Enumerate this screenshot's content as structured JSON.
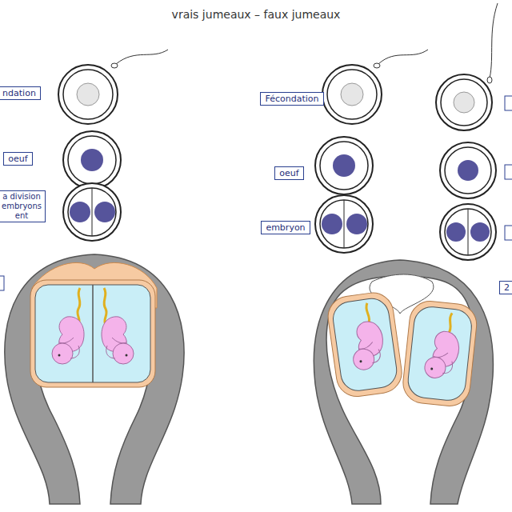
{
  "diagram": {
    "title": "vrais jumeaux – faux jumeaux",
    "nodes": [
      {
        "text": [
          "ndation"
        ]
      },
      {
        "text": [
          "oeuf"
        ]
      },
      {
        "text": [
          "a division embryons ent"
        ]
      },
      {
        "text": [
          "Fécondation"
        ]
      },
      {
        "text": [
          "oeuf"
        ]
      },
      {
        "text": [
          "embryon"
        ]
      },
      {
        "text": [
          "2"
        ]
      }
    ]
  }
}
